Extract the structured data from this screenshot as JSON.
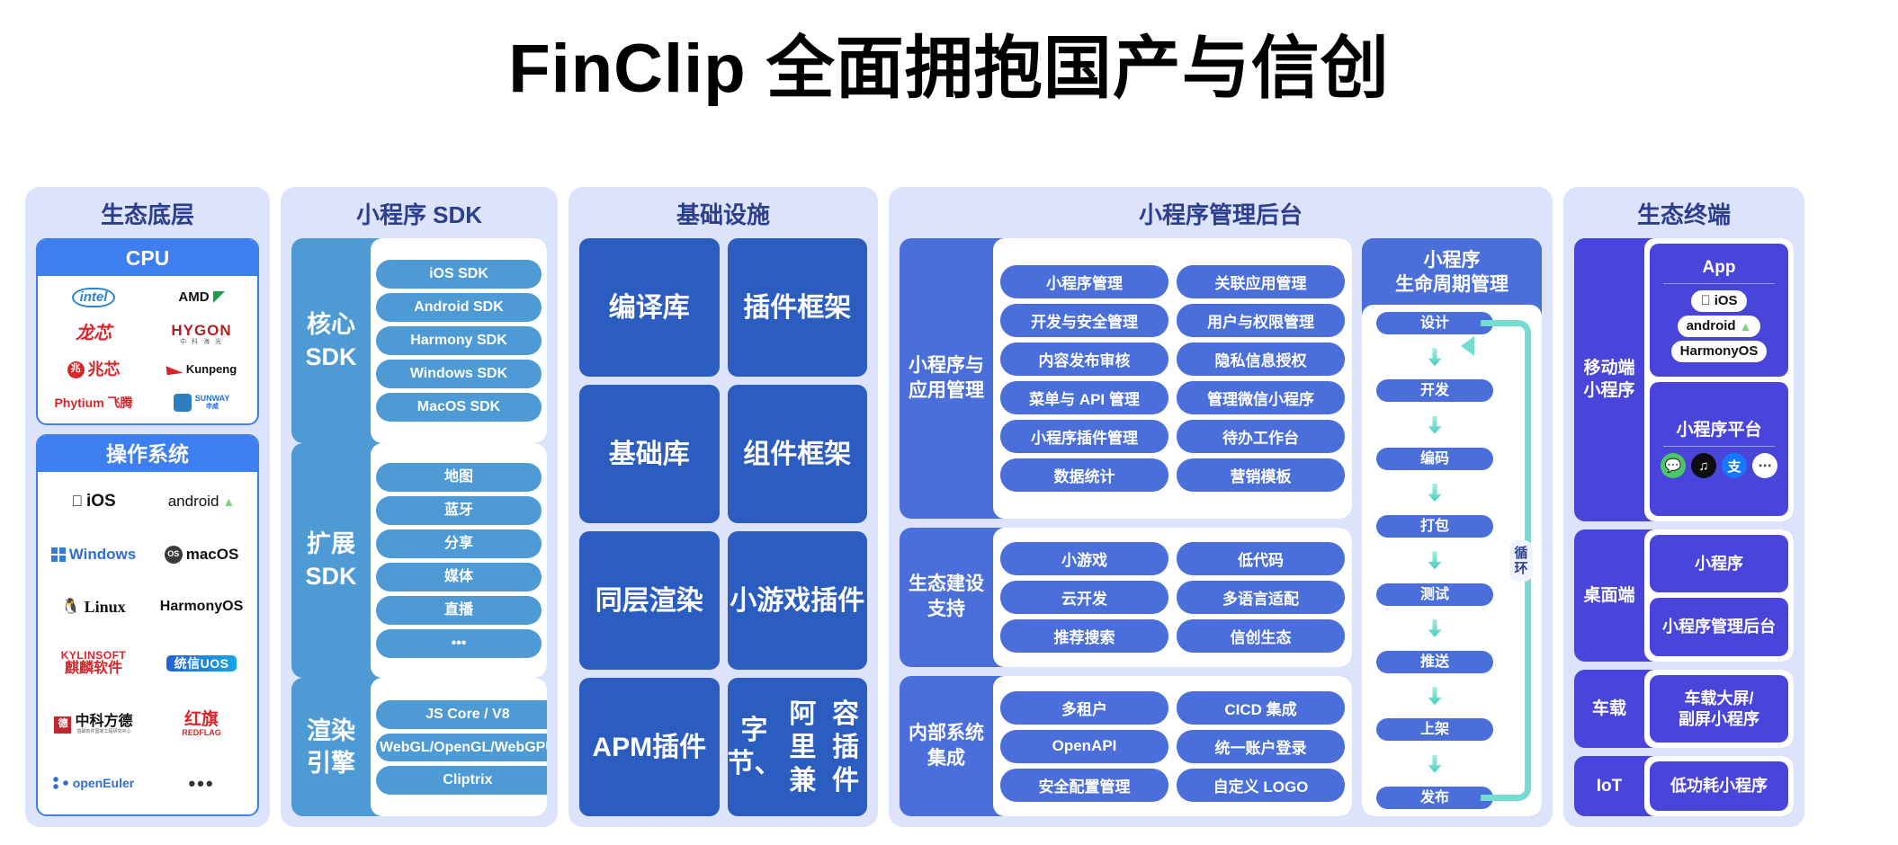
{
  "title": "FinClip 全面拥抱国产与信创",
  "columns": {
    "eco_base": {
      "title": "生态底层",
      "cpu": {
        "header": "CPU",
        "logos": [
          {
            "name": "intel",
            "text": "intel"
          },
          {
            "name": "amd",
            "text": "AMD"
          },
          {
            "name": "loongson",
            "text": "龙芯"
          },
          {
            "name": "hygon",
            "text": "HYGON",
            "sub": "中 科 海 光"
          },
          {
            "name": "zhaoxin",
            "text": "兆芯",
            "mark": "兆"
          },
          {
            "name": "kunpeng",
            "text": "Kunpeng"
          },
          {
            "name": "phytium",
            "text": "Phytium 飞腾"
          },
          {
            "name": "sunway",
            "text": "SUNWAY",
            "sub": "申威"
          }
        ]
      },
      "os": {
        "header": "操作系统",
        "logos": [
          {
            "name": "ios",
            "text": "iOS"
          },
          {
            "name": "android",
            "text": "android"
          },
          {
            "name": "windows",
            "text": "Windows"
          },
          {
            "name": "macos",
            "text": "macOS"
          },
          {
            "name": "linux",
            "text": "Linux"
          },
          {
            "name": "harmonyos",
            "text": "HarmonyOS"
          },
          {
            "name": "kylinsoft",
            "text": "KYLINSOFT",
            "sub": "麒麟软件"
          },
          {
            "name": "uos",
            "text": "统信UOS"
          },
          {
            "name": "zhongke-fangde",
            "text": "中科方德",
            "sub": "基础软件国家工程研究中心"
          },
          {
            "name": "redflag",
            "text": "红旗",
            "sub": "REDFLAG"
          },
          {
            "name": "openeuler",
            "text": "openEuler"
          },
          {
            "name": "more",
            "text": "•••"
          }
        ]
      }
    },
    "mini_sdk": {
      "title": "小程序 SDK",
      "groups": [
        {
          "label": "核心\nSDK",
          "label_lines": [
            "核心",
            "SDK"
          ],
          "items": [
            "iOS SDK",
            "Android SDK",
            "Harmony SDK",
            "Windows SDK",
            "MacOS SDK"
          ]
        },
        {
          "label_lines": [
            "扩展",
            "SDK"
          ],
          "items": [
            "地图",
            "蓝牙",
            "分享",
            "媒体",
            "直播",
            "•••"
          ]
        },
        {
          "label_lines": [
            "渲染",
            "引擎"
          ],
          "items": [
            "JS Core / V8",
            "WebGL/OpenGL/WebGPU",
            "Cliptrix"
          ]
        }
      ]
    },
    "infrastructure": {
      "title": "基础设施",
      "boxes": [
        "编译库",
        "插件\n框架",
        "基础库",
        "组件\n框架",
        "同层\n渲染",
        "小游戏\n插件",
        "APM\n插件",
        "字节、\n阿里兼\n容插件"
      ]
    },
    "admin": {
      "title": "小程序管理后台",
      "sections": [
        {
          "label": "小程序与\n应用管理",
          "label_lines": [
            "小程序与",
            "应用管理"
          ],
          "items": [
            "小程序管理",
            "关联应用管理",
            "开发与安全管理",
            "用户与权限管理",
            "内容发布审核",
            "隐私信息授权",
            "菜单与 API 管理",
            "管理微信小程序",
            "小程序插件管理",
            "待办工作台",
            "数据统计",
            "营销模板"
          ]
        },
        {
          "label_lines": [
            "生态建设",
            "支持"
          ],
          "items": [
            "小游戏",
            "低代码",
            "云开发",
            "多语言适配",
            "推荐搜索",
            "信创生态"
          ]
        },
        {
          "label_lines": [
            "内部系统",
            "集成"
          ],
          "items": [
            "多租户",
            "CICD 集成",
            "OpenAPI",
            "统一账户登录",
            "安全配置管理",
            "自定义 LOGO"
          ]
        }
      ],
      "lifecycle": {
        "title_lines": [
          "小程序",
          "生命周期管理"
        ],
        "stages": [
          "设计",
          "开发",
          "编码",
          "打包",
          "测试",
          "推送",
          "上架",
          "发布"
        ],
        "loop_label_lines": [
          "循",
          "环"
        ],
        "loop_label": "循环"
      }
    },
    "terminals": {
      "title": "生态终端",
      "sections": [
        {
          "label_lines": [
            "移动端",
            "小程序"
          ],
          "cards": [
            {
              "title": "App",
              "pills": [
                "iOS",
                "android",
                "HarmonyOS"
              ]
            },
            {
              "title": "小程序平台",
              "icons": [
                "wechat",
                "douyin",
                "alipay",
                "more"
              ]
            }
          ]
        },
        {
          "label_lines": [
            "桌面端"
          ],
          "cards": [
            {
              "title": "小程序"
            },
            {
              "title": "小程序管理后台"
            }
          ]
        },
        {
          "label_lines": [
            "车载"
          ],
          "cards": [
            {
              "title": "车载大屏/\n副屏小程序",
              "title_lines": [
                "车载大屏/",
                "副屏小程序"
              ]
            }
          ]
        },
        {
          "label_lines": [
            "IoT"
          ],
          "cards": [
            {
              "title": "低功耗小程序"
            }
          ]
        }
      ]
    }
  },
  "colors": {
    "panel_bg": "#dde3fa",
    "panel_title": "#2c3f8f",
    "eco_blue": "#3d7ef0",
    "sdk_cyan": "#4e9ad4",
    "infra_blue": "#2b5cbf",
    "admin_blue": "#4a6fdb",
    "terminal_indigo": "#4a45da",
    "loop_teal": "#76dcd2"
  }
}
